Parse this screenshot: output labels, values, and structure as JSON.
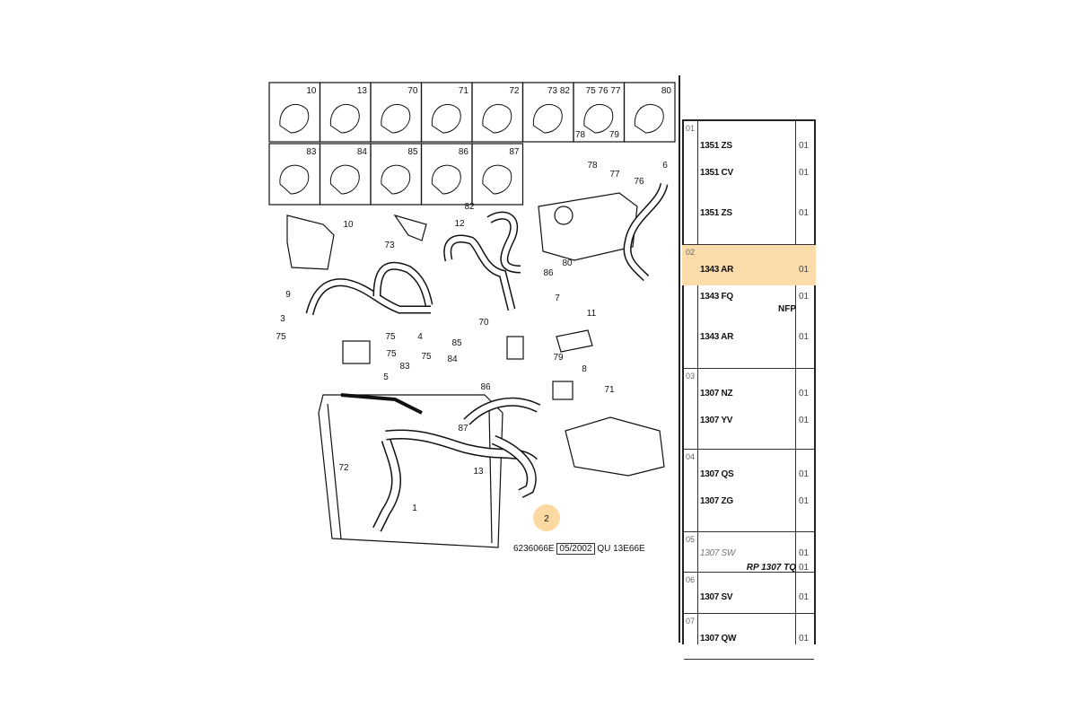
{
  "diagram": {
    "inset_parts_row1": [
      "10",
      "13",
      "70",
      "71",
      "72",
      "73 82",
      "75 76 77",
      "80"
    ],
    "inset_extra_row1": [
      "78",
      "79"
    ],
    "inset_parts_row2": [
      "83",
      "84",
      "85",
      "86",
      "87"
    ],
    "callouts": [
      "78",
      "77",
      "76",
      "6",
      "10",
      "73",
      "82",
      "12",
      "80",
      "86",
      "7",
      "9",
      "3",
      "75",
      "4",
      "75",
      "75",
      "85",
      "70",
      "11",
      "84",
      "75",
      "79",
      "8",
      "83",
      "5",
      "86",
      "71",
      "87",
      "13",
      "72",
      "1",
      "2"
    ],
    "highlighted_callout": "2",
    "footer": {
      "ref": "6236066E",
      "date": "05/2002",
      "code": "QU 13E66E"
    }
  },
  "parts_table": {
    "groups": [
      {
        "index": "01",
        "rows": [
          {
            "ref": "1351 ZS",
            "qty": "01"
          },
          {
            "ref": "1351 CV",
            "qty": "01"
          },
          {
            "ref": "1351 ZS",
            "qty": "01"
          }
        ]
      },
      {
        "index": "02",
        "rows": [
          {
            "ref": "1343 AR",
            "qty": "01",
            "highlighted": true
          },
          {
            "ref": "1343 FQ",
            "qty": "01",
            "note": "NFP"
          },
          {
            "ref": "1343 AR",
            "qty": "01"
          }
        ]
      },
      {
        "index": "03",
        "rows": [
          {
            "ref": "1307 NZ",
            "qty": "01"
          },
          {
            "ref": "1307 YV",
            "qty": "01"
          }
        ]
      },
      {
        "index": "04",
        "rows": [
          {
            "ref": "1307 QS",
            "qty": "01"
          },
          {
            "ref": "1307 ZG",
            "qty": "01"
          }
        ]
      },
      {
        "index": "05",
        "rows": [
          {
            "ref": "1307 SW",
            "qty": "01",
            "italic": true
          },
          {
            "ref": "",
            "qty": "01",
            "note": "RP 1307 TQ"
          }
        ]
      },
      {
        "index": "06",
        "rows": [
          {
            "ref": "1307 SV",
            "qty": "01"
          }
        ]
      },
      {
        "index": "07",
        "rows": [
          {
            "ref": "1307 QW",
            "qty": "01"
          }
        ]
      }
    ],
    "highlight_color": "#fbdcaa"
  }
}
